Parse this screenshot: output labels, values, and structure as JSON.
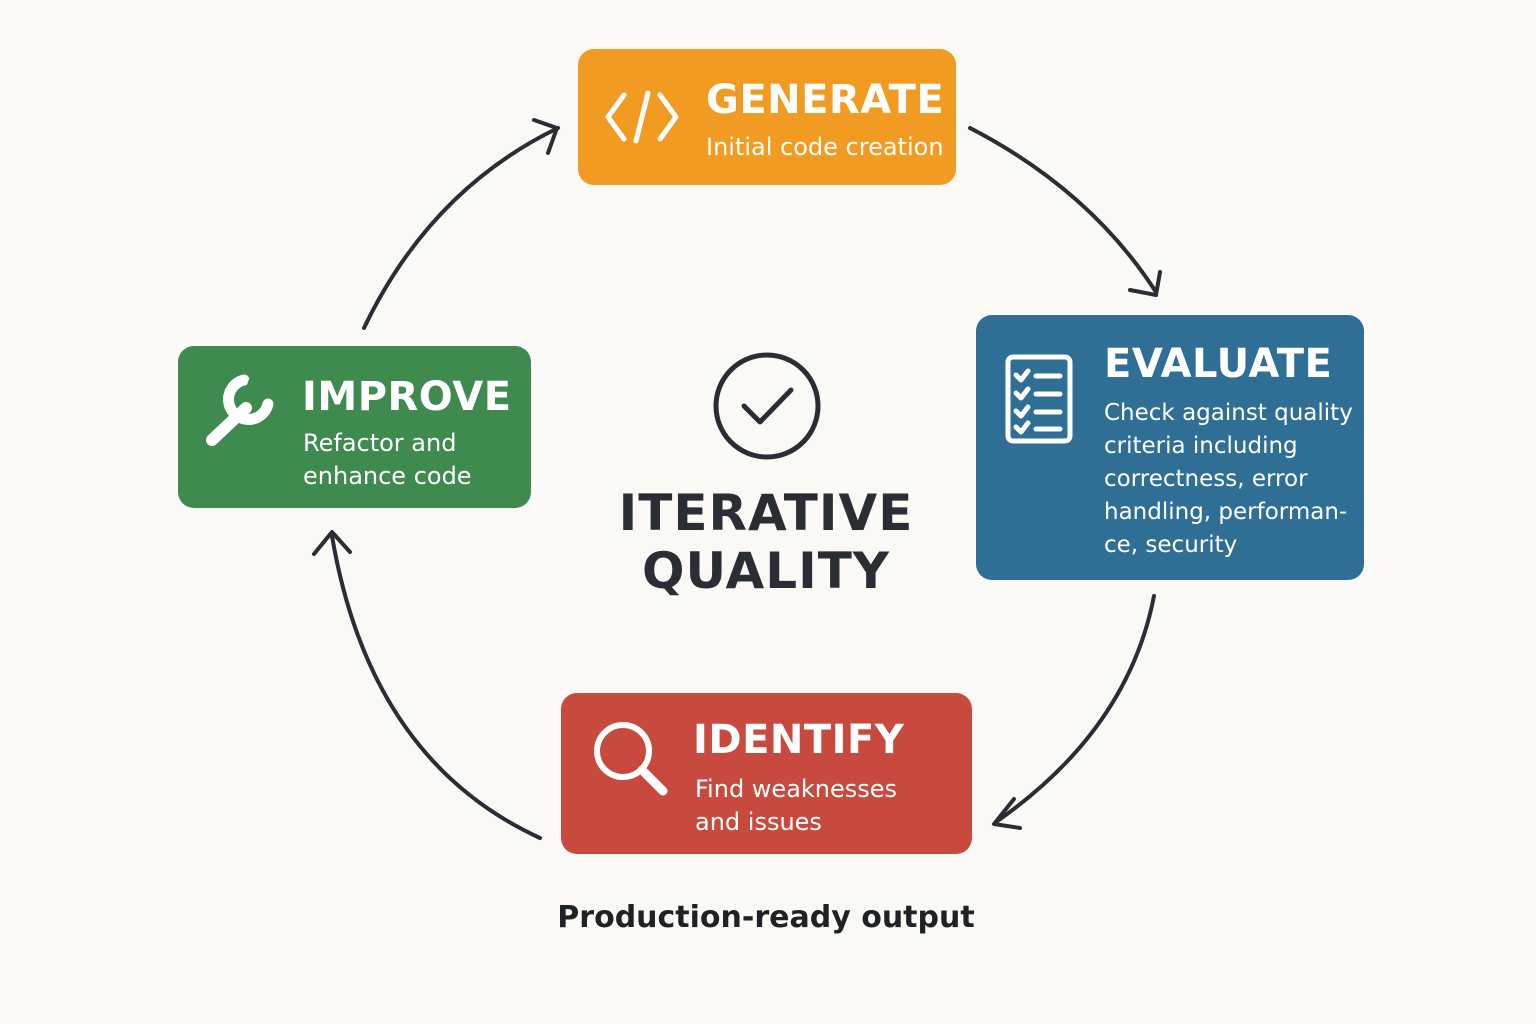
{
  "center": {
    "title_line1": "ITERATIVE",
    "title_line2": "QUALITY",
    "icon": "check-circle-icon"
  },
  "steps": [
    {
      "title": "GENERATE",
      "description_lines": [
        "Initial code creation"
      ],
      "color": "#f29b22",
      "icon": "code-brackets-icon"
    },
    {
      "title": "EVALUATE",
      "description_lines": [
        "Check against quality",
        "criteria including",
        "correctness, error",
        "handling, performan-",
        "ce, security"
      ],
      "color": "#2f6f95",
      "icon": "checklist-icon"
    },
    {
      "title": "IDENTIFY",
      "description_lines": [
        "Find weaknesses",
        "and issues"
      ],
      "color": "#c84a3f",
      "icon": "magnifier-icon"
    },
    {
      "title": "IMPROVE",
      "description_lines": [
        "Refactor and",
        "enhance code"
      ],
      "color": "#3f8a4e",
      "icon": "wrench-icon"
    }
  ],
  "footer": "Production-ready output",
  "colors": {
    "background": "#faf9f5",
    "arrow": "#2a2d33",
    "text_dark": "#2a2d33"
  }
}
